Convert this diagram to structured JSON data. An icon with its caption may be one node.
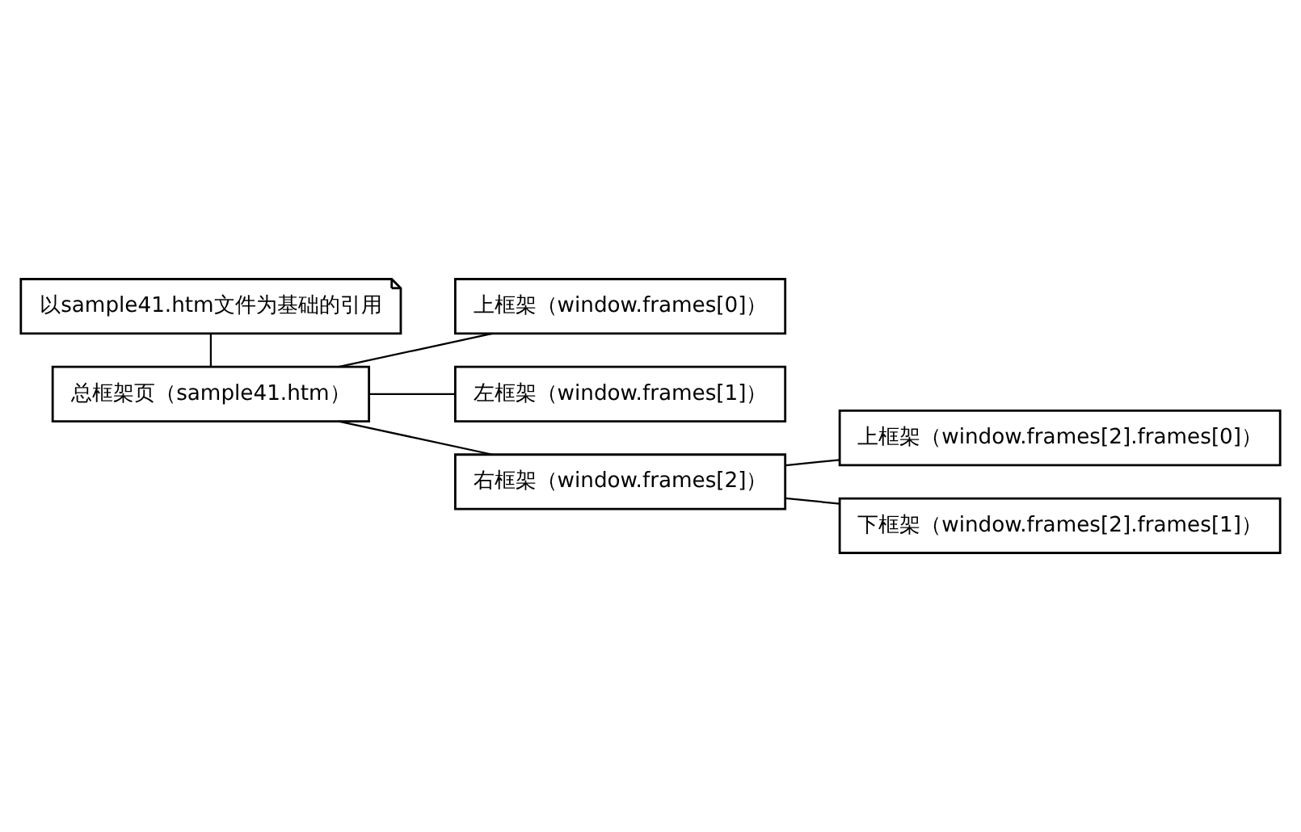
{
  "diagram": {
    "nodes": [
      {
        "text": [
          "总框架页（sample41.htm）"
        ]
      },
      {
        "text": [
          "以sample41.htm文件为基础的引用"
        ]
      },
      {
        "text": [
          "上框架（window.frames[0]）"
        ]
      },
      {
        "text": [
          "左框架（window.frames[1]）"
        ]
      },
      {
        "text": [
          "右框架（window.frames[2]）"
        ]
      },
      {
        "text": [
          "上框架（window.frames[2].frames[0]）"
        ]
      },
      {
        "text": [
          "下框架（window.frames[2].frames[1]）"
        ]
      }
    ],
    "edges": [
      {
        "from": 1,
        "to": 0,
        "arrow": "none"
      },
      {
        "from": 0,
        "to": 2,
        "arrow": "none"
      },
      {
        "from": 0,
        "to": 3,
        "arrow": "none"
      },
      {
        "from": 0,
        "to": 4,
        "arrow": "none"
      },
      {
        "from": 4,
        "to": 5,
        "arrow": "none"
      },
      {
        "from": 4,
        "to": 6,
        "arrow": "none"
      }
    ]
  }
}
